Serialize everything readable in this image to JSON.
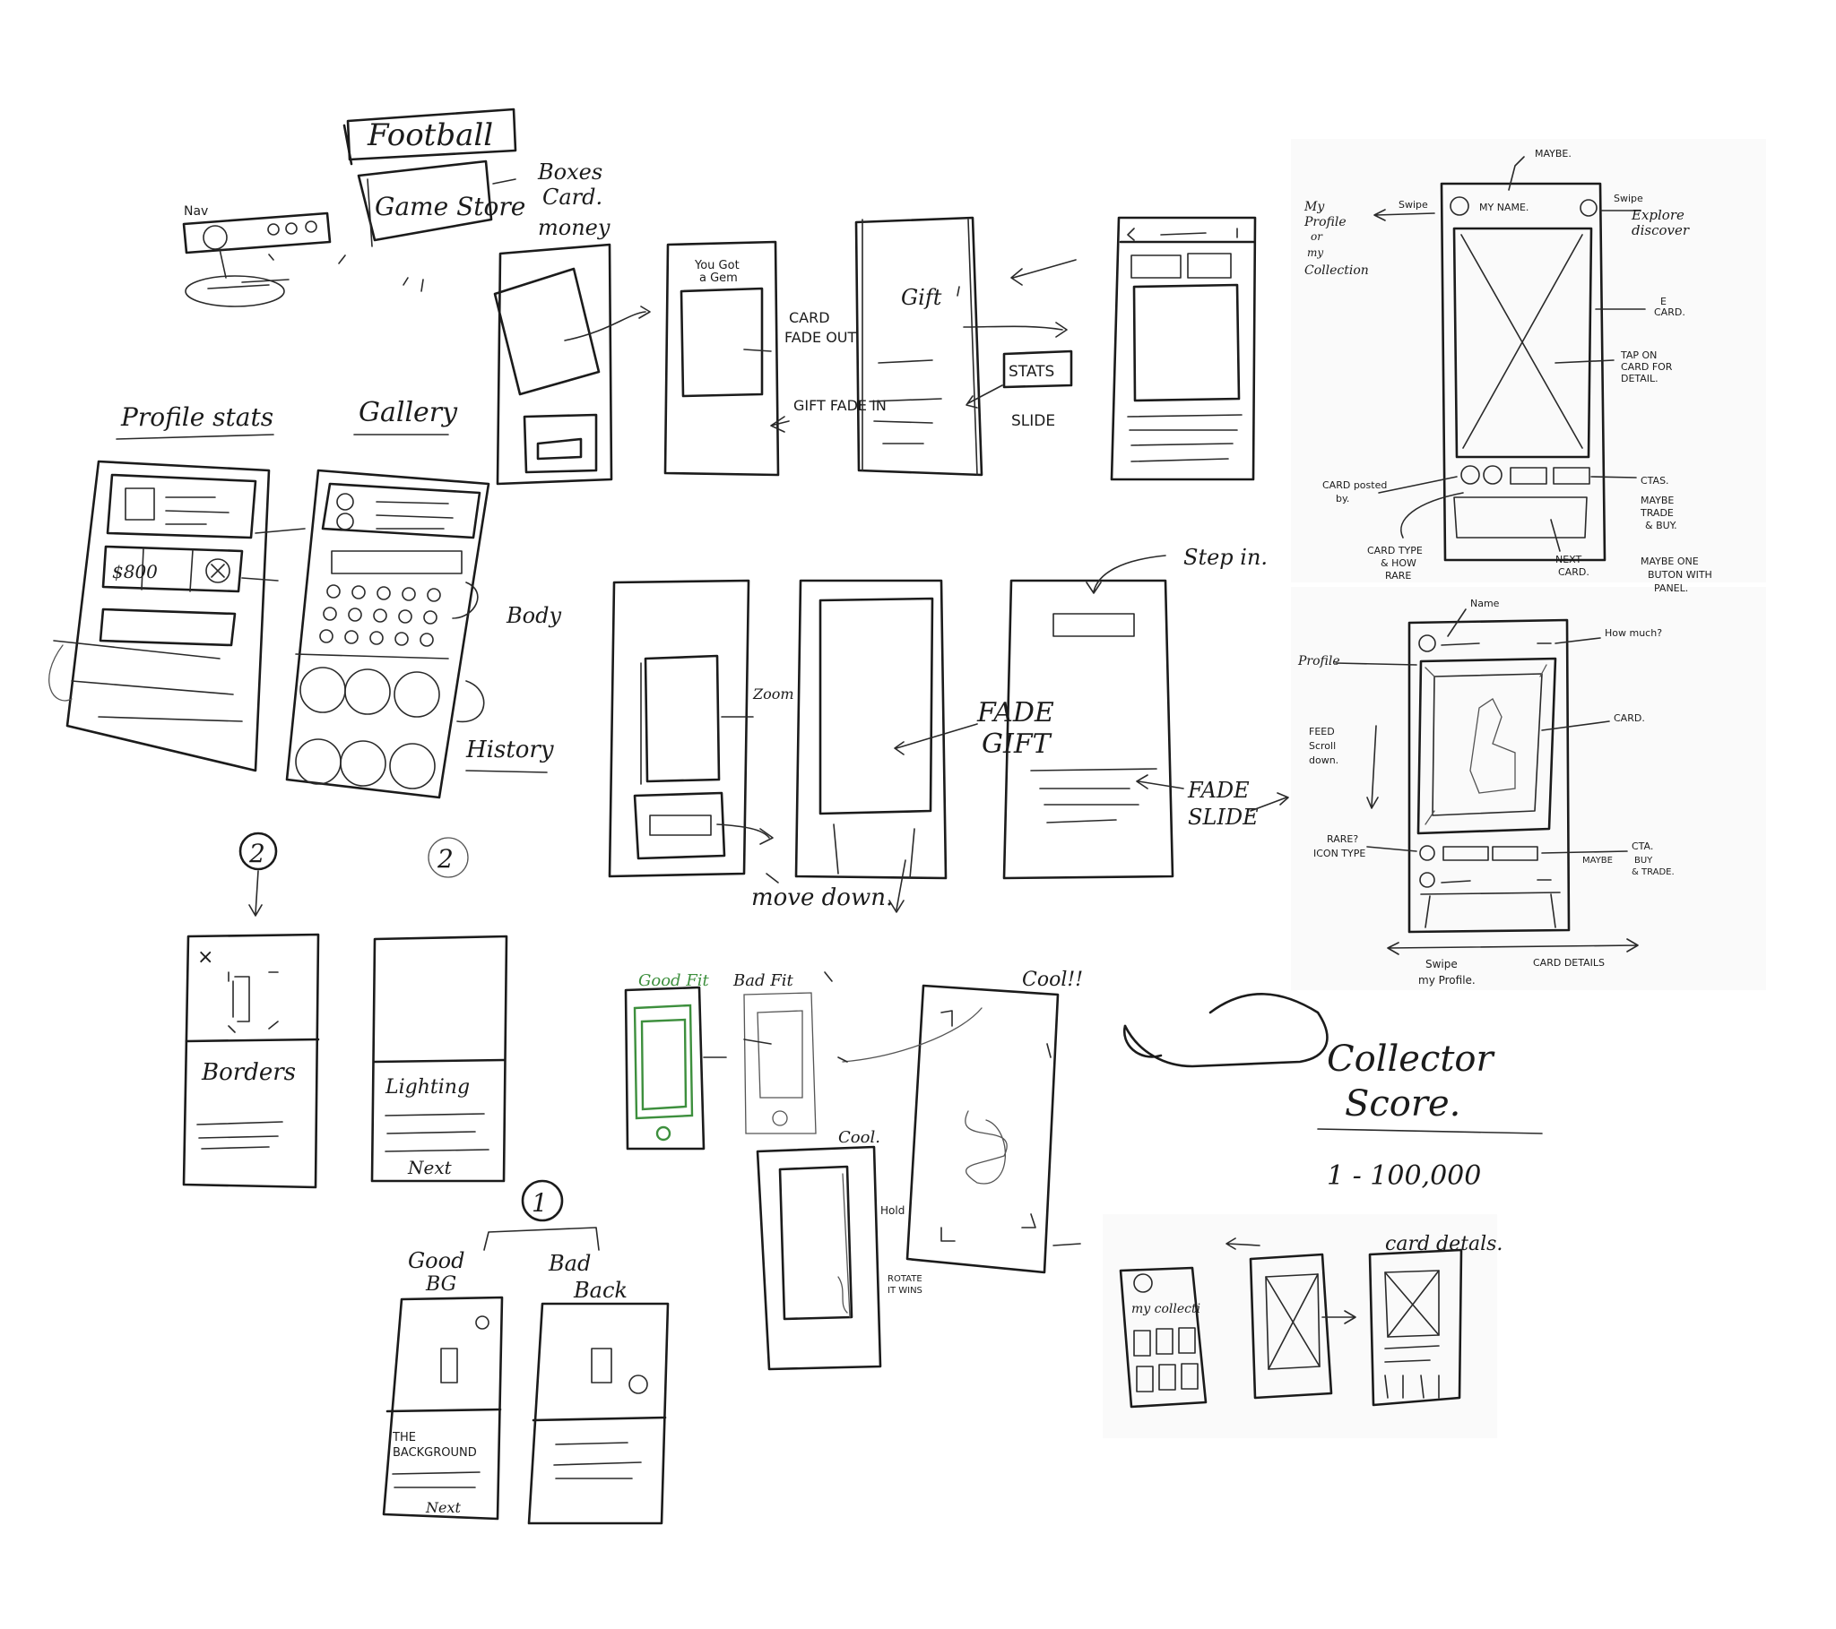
{
  "labels": {
    "football": "Football",
    "game_store": "Game Store",
    "boxes_card_money": [
      "Boxes",
      "Card.",
      "money"
    ],
    "nav": "Nav",
    "profile_stats": "Profile stats",
    "gallery": "Gallery",
    "price": "$800",
    "body": "Body",
    "history": "History",
    "circle_two": "2",
    "circle_one": "1",
    "borders": "Borders",
    "lighting": "Lighting",
    "next": "Next",
    "good_bg": [
      "Good",
      "BG"
    ],
    "bad_back": [
      "Bad",
      "Back"
    ],
    "the_background": [
      "THE",
      "BACKGROUND"
    ],
    "you_got_a_gem": [
      "You Got",
      "a Gem"
    ],
    "card_fade_out": [
      "CARD",
      "FADE OUT"
    ],
    "gift_fade_in": "GIFT FADE IN",
    "gift": "Gift",
    "stats_slide": [
      "STATS",
      "SLIDE"
    ],
    "zoom": "Zoom",
    "move_down": "move down.",
    "fade_gift": [
      "FADE",
      "GIFT"
    ],
    "step_in": "Step in.",
    "fade_slide": [
      "FADE",
      "SLIDE"
    ],
    "good_fit": "Good Fit",
    "bad_fit": "Bad Fit",
    "cool_top": "Cool!!",
    "cool_small": "Cool.",
    "hold": "Hold",
    "rotate_it_wins": [
      "ROTATE",
      "IT WINS"
    ],
    "collector_score": [
      "Collector",
      "Score."
    ],
    "score_range": "1 - 100,000",
    "card_details_bottom": "card detals.",
    "my_collection": "my collecti",
    "maybe_top": "MAYBE.",
    "swipe_left": "Swipe",
    "swipe_right": "Swipe",
    "my_name": "MY NAME.",
    "my_profile_or_collection": [
      "My",
      "Profile",
      "or",
      "my",
      "Collection"
    ],
    "explore_discover": [
      "Explore",
      "discover"
    ],
    "e_card": [
      "E",
      "CARD."
    ],
    "tap_on_card": [
      "TAP ON",
      "CARD FOR",
      "DETAIL."
    ],
    "card_posted_by": [
      "CARD posted",
      "by."
    ],
    "ctas": "CTAS.",
    "maybe_trade_buy": [
      "MAYBE",
      "TRADE",
      "& BUY."
    ],
    "card_type_rare": [
      "CARD TYPE",
      "& HOW",
      "RARE"
    ],
    "next_card": [
      "NEXT",
      "CARD."
    ],
    "maybe_one_button": [
      "MAYBE ONE",
      "BUTON WITH",
      "PANEL."
    ],
    "name": "Name",
    "how_much": "How much?",
    "profile": "Profile",
    "card": "CARD.",
    "feed_scroll_down": [
      "FEED",
      "Scroll",
      "down."
    ],
    "rare_icon_type": [
      "RARE?",
      "ICON TYPE"
    ],
    "cta": "CTA.",
    "maybe_buy_trade": [
      "MAYBE",
      "BUY",
      "& TRADE."
    ],
    "swipe_my_profile": [
      "Swipe",
      "my Profile."
    ],
    "card_details_right": "CARD DETAILS"
  }
}
